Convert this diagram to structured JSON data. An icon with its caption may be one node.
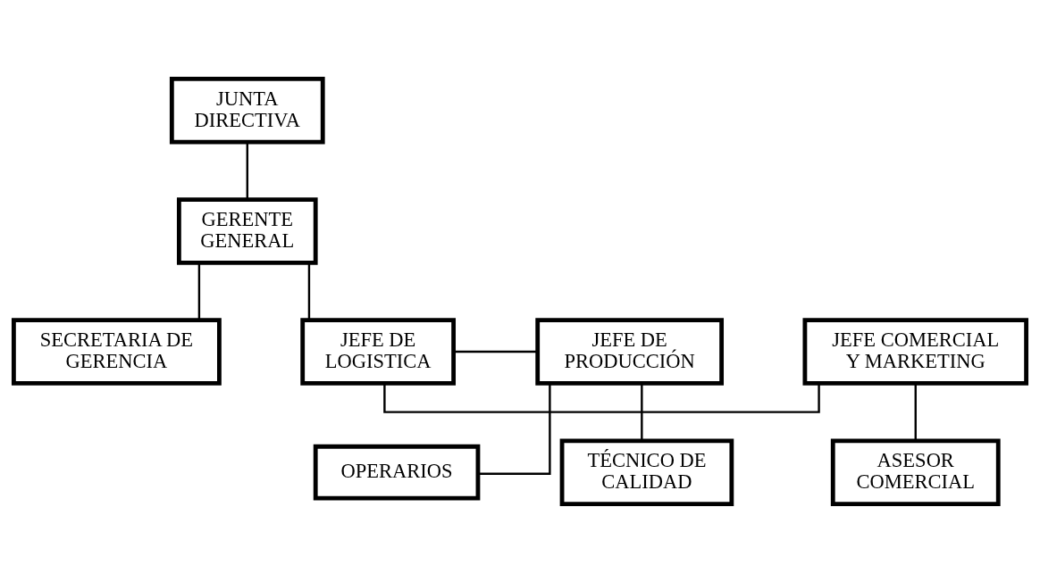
{
  "diagram": {
    "nodes": [
      {
        "text": [
          "JUNTA DIRECTIVA"
        ]
      },
      {
        "text": [
          "GERENTE GENERAL"
        ]
      },
      {
        "text": [
          "SECRETARIA DE GERENCIA"
        ]
      },
      {
        "text": [
          "JEFE COMERCIAL Y MARKETING"
        ]
      },
      {
        "text": [
          "JEFE DE LOGISTICA"
        ]
      },
      {
        "text": [
          "JEFE DE PRODUCCIÓN"
        ]
      },
      {
        "text": [
          "ASESOR COMERCIAL"
        ]
      },
      {
        "text": [
          "OPERARIOS"
        ]
      },
      {
        "text": [
          "TÉCNICO DE CALIDAD"
        ]
      }
    ],
    "edges": [
      {
        "from": 0,
        "to": 1,
        "arrow": "none"
      },
      {
        "from": 1,
        "to": 2,
        "arrow": "none"
      },
      {
        "from": 1,
        "to": 4,
        "arrow": "none"
      },
      {
        "from": 4,
        "to": 3,
        "arrow": "none"
      },
      {
        "from": 4,
        "to": 5,
        "arrow": "none"
      },
      {
        "from": 3,
        "to": 6,
        "arrow": "none"
      },
      {
        "from": 5,
        "to": 7,
        "arrow": "none"
      },
      {
        "from": 5,
        "to": 8,
        "arrow": "none"
      }
    ]
  }
}
